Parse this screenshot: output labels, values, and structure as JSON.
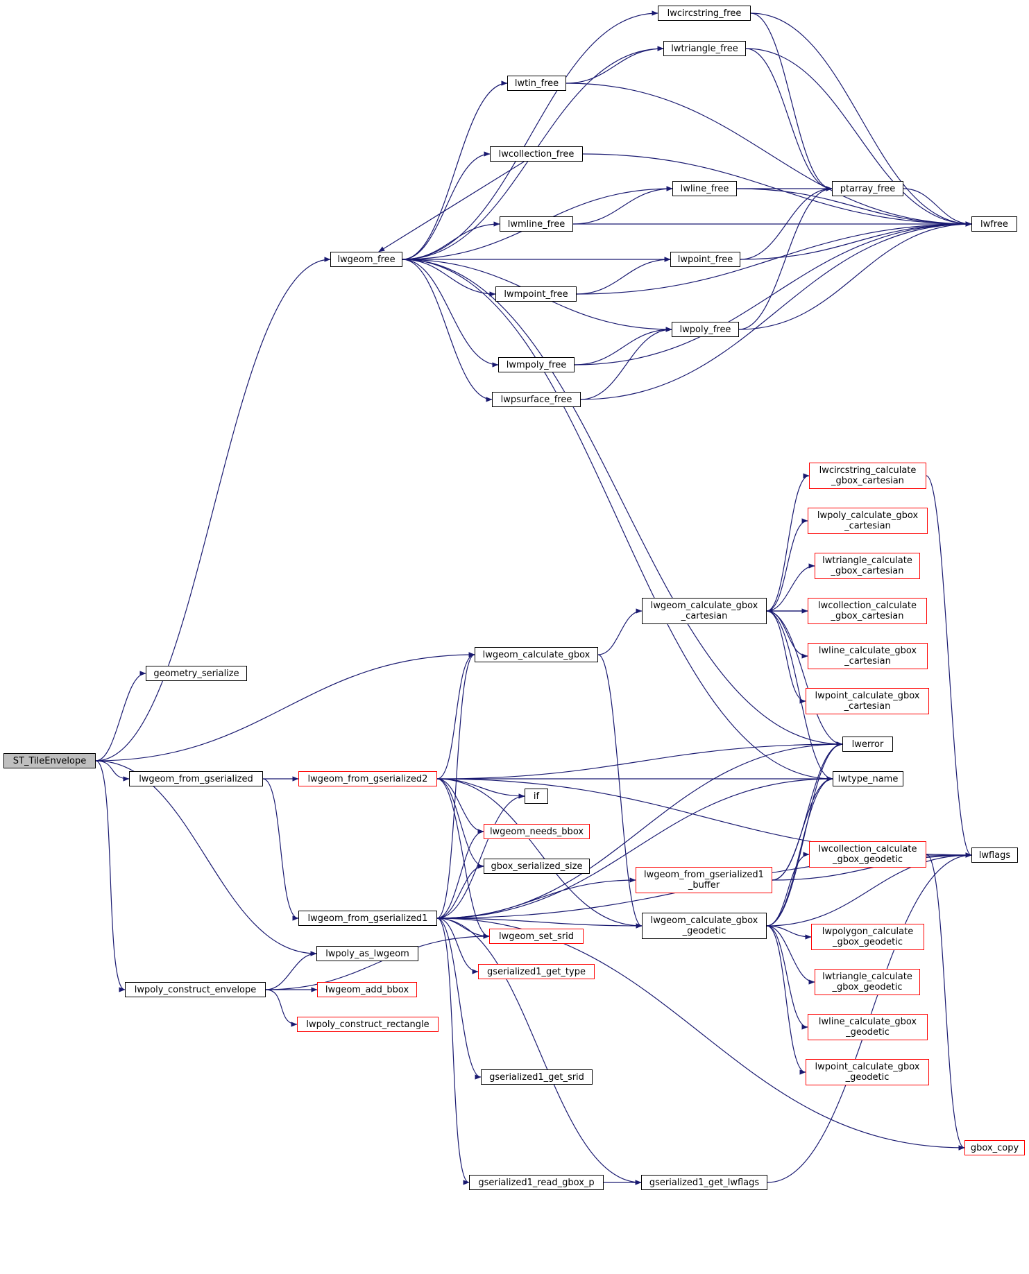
{
  "colors": {
    "edge": "#191970",
    "border": "#000000",
    "border_incomplete": "#ff0000",
    "root_fill": "#bfbfbf"
  },
  "nodes": {
    "st_tileenvelope": "ST_TileEnvelope",
    "geometry_serialize": "geometry_serialize",
    "lwgeom_free": "lwgeom_free",
    "lwgeom_from_gserialized": "lwgeom_from_gserialized",
    "lwpoly_as_lwgeom": "lwpoly_as_lwgeom",
    "lwpoly_construct_envelope": "lwpoly_construct_envelope",
    "lwgeom_from_gserialized2": "lwgeom_from_gserialized2",
    "lwgeom_from_gserialized1": "lwgeom_from_gserialized1",
    "lwgeom_calculate_gbox": "lwgeom_calculate_gbox",
    "lwgeom_add_bbox": "lwgeom_add_bbox",
    "lwpoly_construct_rectangle": "lwpoly_construct_rectangle",
    "lwcircstring_free": "lwcircstring_free",
    "lwtriangle_free": "lwtriangle_free",
    "lwtin_free": "lwtin_free",
    "lwcollection_free": "lwcollection_free",
    "lwline_free": "lwline_free",
    "lwmline_free": "lwmline_free",
    "lwpoint_free": "lwpoint_free",
    "lwmpoint_free": "lwmpoint_free",
    "lwpoly_free": "lwpoly_free",
    "lwmpoly_free": "lwmpoly_free",
    "lwpsurface_free": "lwpsurface_free",
    "ptarray_free": "ptarray_free",
    "lwfree": "lwfree",
    "lwerror": "lwerror",
    "lwtype_name": "lwtype_name",
    "lwflags": "lwflags",
    "gbox_copy": "gbox_copy",
    "if": "if",
    "lwgeom_needs_bbox": "lwgeom_needs_bbox",
    "gbox_serialized_size": "gbox_serialized_size",
    "lwgeom_set_srid": "lwgeom_set_srid",
    "gserialized1_get_type": "gserialized1_get_type",
    "gserialized1_get_srid": "gserialized1_get_srid",
    "gserialized1_read_gbox_p": "gserialized1_read_gbox_p",
    "gserialized1_get_lwflags": "gserialized1_get_lwflags",
    "lwgeom_calculate_gbox_cartesian": "lwgeom_calculate_gbox\n_cartesian",
    "lwgeom_from_gserialized1_buffer": "lwgeom_from_gserialized1\n_buffer",
    "lwgeom_calculate_gbox_geodetic": "lwgeom_calculate_gbox\n_geodetic",
    "lwcircstring_calculate_gbox_cartesian": "lwcircstring_calculate\n_gbox_cartesian",
    "lwpoly_calculate_gbox_cartesian": "lwpoly_calculate_gbox\n_cartesian",
    "lwtriangle_calculate_gbox_cartesian": "lwtriangle_calculate\n_gbox_cartesian",
    "lwcollection_calculate_gbox_cartesian": "lwcollection_calculate\n_gbox_cartesian",
    "lwline_calculate_gbox_cartesian": "lwline_calculate_gbox\n_cartesian",
    "lwpoint_calculate_gbox_cartesian": "lwpoint_calculate_gbox\n_cartesian",
    "lwcollection_calculate_gbox_geodetic": "lwcollection_calculate\n_gbox_geodetic",
    "lwpolygon_calculate_gbox_geodetic": "lwpolygon_calculate\n_gbox_geodetic",
    "lwtriangle_calculate_gbox_geodetic": "lwtriangle_calculate\n_gbox_geodetic",
    "lwline_calculate_gbox_geodetic": "lwline_calculate_gbox\n_geodetic",
    "lwpoint_calculate_gbox_geodetic": "lwpoint_calculate_gbox\n_geodetic"
  },
  "edges": [
    [
      "st_tileenvelope",
      "geometry_serialize"
    ],
    [
      "st_tileenvelope",
      "lwgeom_free"
    ],
    [
      "st_tileenvelope",
      "lwgeom_calculate_gbox"
    ],
    [
      "st_tileenvelope",
      "lwgeom_from_gserialized"
    ],
    [
      "st_tileenvelope",
      "lwpoly_as_lwgeom"
    ],
    [
      "st_tileenvelope",
      "lwpoly_construct_envelope"
    ],
    [
      "lwgeom_from_gserialized",
      "lwgeom_from_gserialized2"
    ],
    [
      "lwgeom_from_gserialized",
      "lwgeom_from_gserialized1"
    ],
    [
      "lwpoly_construct_envelope",
      "lwpoly_as_lwgeom"
    ],
    [
      "lwpoly_construct_envelope",
      "lwgeom_add_bbox"
    ],
    [
      "lwpoly_construct_envelope",
      "lwpoly_construct_rectangle"
    ],
    [
      "lwpoly_construct_envelope",
      "lwgeom_set_srid"
    ],
    [
      "lwgeom_free",
      "lwcircstring_free"
    ],
    [
      "lwgeom_free",
      "lwtriangle_free"
    ],
    [
      "lwgeom_free",
      "lwtin_free"
    ],
    [
      "lwgeom_free",
      "lwcollection_free"
    ],
    [
      "lwgeom_free",
      "lwline_free"
    ],
    [
      "lwgeom_free",
      "lwmline_free"
    ],
    [
      "lwgeom_free",
      "lwpoint_free"
    ],
    [
      "lwgeom_free",
      "lwmpoint_free"
    ],
    [
      "lwgeom_free",
      "lwpoly_free"
    ],
    [
      "lwgeom_free",
      "lwmpoly_free"
    ],
    [
      "lwgeom_free",
      "lwpsurface_free"
    ],
    [
      "lwgeom_free",
      "lwerror"
    ],
    [
      "lwgeom_free",
      "lwtype_name"
    ],
    [
      "lwcircstring_free",
      "ptarray_free"
    ],
    [
      "lwcircstring_free",
      "lwfree"
    ],
    [
      "lwtriangle_free",
      "ptarray_free"
    ],
    [
      "lwtriangle_free",
      "lwfree"
    ],
    [
      "lwtin_free",
      "lwtriangle_free"
    ],
    [
      "lwtin_free",
      "lwfree"
    ],
    [
      "lwcollection_free",
      "lwgeom_free"
    ],
    [
      "lwcollection_free",
      "lwfree"
    ],
    [
      "lwline_free",
      "ptarray_free"
    ],
    [
      "lwline_free",
      "lwfree"
    ],
    [
      "lwmline_free",
      "lwline_free"
    ],
    [
      "lwmline_free",
      "lwfree"
    ],
    [
      "lwpoint_free",
      "ptarray_free"
    ],
    [
      "lwpoint_free",
      "lwfree"
    ],
    [
      "lwmpoint_free",
      "lwpoint_free"
    ],
    [
      "lwmpoint_free",
      "lwfree"
    ],
    [
      "lwpoly_free",
      "ptarray_free"
    ],
    [
      "lwpoly_free",
      "lwfree"
    ],
    [
      "lwmpoly_free",
      "lwpoly_free"
    ],
    [
      "lwmpoly_free",
      "lwfree"
    ],
    [
      "lwpsurface_free",
      "lwpoly_free"
    ],
    [
      "lwpsurface_free",
      "lwfree"
    ],
    [
      "ptarray_free",
      "lwfree"
    ],
    [
      "lwgeom_calculate_gbox",
      "lwgeom_calculate_gbox_cartesian"
    ],
    [
      "lwgeom_calculate_gbox",
      "lwgeom_calculate_gbox_geodetic"
    ],
    [
      "lwgeom_calculate_gbox_cartesian",
      "lwcircstring_calculate_gbox_cartesian"
    ],
    [
      "lwgeom_calculate_gbox_cartesian",
      "lwpoly_calculate_gbox_cartesian"
    ],
    [
      "lwgeom_calculate_gbox_cartesian",
      "lwtriangle_calculate_gbox_cartesian"
    ],
    [
      "lwgeom_calculate_gbox_cartesian",
      "lwcollection_calculate_gbox_cartesian"
    ],
    [
      "lwcollection_calculate_gbox_cartesian",
      "lwgeom_calculate_gbox_cartesian"
    ],
    [
      "lwgeom_calculate_gbox_cartesian",
      "lwline_calculate_gbox_cartesian"
    ],
    [
      "lwgeom_calculate_gbox_cartesian",
      "lwpoint_calculate_gbox_cartesian"
    ],
    [
      "lwgeom_calculate_gbox_cartesian",
      "lwerror"
    ],
    [
      "lwgeom_calculate_gbox_cartesian",
      "lwtype_name"
    ],
    [
      "lwcircstring_calculate_gbox_cartesian",
      "lwflags"
    ],
    [
      "lwgeom_calculate_gbox_geodetic",
      "lwcollection_calculate_gbox_geodetic"
    ],
    [
      "lwgeom_calculate_gbox_geodetic",
      "lwpolygon_calculate_gbox_geodetic"
    ],
    [
      "lwgeom_calculate_gbox_geodetic",
      "lwtriangle_calculate_gbox_geodetic"
    ],
    [
      "lwgeom_calculate_gbox_geodetic",
      "lwline_calculate_gbox_geodetic"
    ],
    [
      "lwgeom_calculate_gbox_geodetic",
      "lwpoint_calculate_gbox_geodetic"
    ],
    [
      "lwgeom_calculate_gbox_geodetic",
      "lwerror"
    ],
    [
      "lwgeom_calculate_gbox_geodetic",
      "lwtype_name"
    ],
    [
      "lwgeom_calculate_gbox_geodetic",
      "lwflags"
    ],
    [
      "lwcollection_calculate_gbox_geodetic",
      "lwflags"
    ],
    [
      "lwcollection_calculate_gbox_geodetic",
      "gbox_copy"
    ],
    [
      "lwgeom_from_gserialized2",
      "lwflags"
    ],
    [
      "lwgeom_from_gserialized2",
      "lwgeom_calculate_gbox"
    ],
    [
      "lwgeom_from_gserialized2",
      "lwerror"
    ],
    [
      "lwgeom_from_gserialized2",
      "lwtype_name"
    ],
    [
      "lwgeom_from_gserialized2",
      "if"
    ],
    [
      "lwgeom_from_gserialized2",
      "lwgeom_needs_bbox"
    ],
    [
      "lwgeom_from_gserialized2",
      "gbox_serialized_size"
    ],
    [
      "lwgeom_from_gserialized2",
      "lwgeom_set_srid"
    ],
    [
      "lwgeom_from_gserialized2",
      "lwgeom_calculate_gbox_geodetic"
    ],
    [
      "lwgeom_from_gserialized1",
      "lwgeom_calculate_gbox"
    ],
    [
      "lwgeom_from_gserialized1",
      "if"
    ],
    [
      "lwgeom_from_gserialized1",
      "lwgeom_needs_bbox"
    ],
    [
      "lwgeom_from_gserialized1",
      "gbox_serialized_size"
    ],
    [
      "lwgeom_from_gserialized1",
      "lwerror"
    ],
    [
      "lwgeom_from_gserialized1",
      "lwgeom_set_srid"
    ],
    [
      "lwgeom_from_gserialized1",
      "gserialized1_get_type"
    ],
    [
      "lwgeom_from_gserialized1",
      "lwgeom_from_gserialized1_buffer"
    ],
    [
      "lwgeom_from_gserialized1",
      "lwtype_name"
    ],
    [
      "lwgeom_from_gserialized1",
      "gserialized1_get_srid"
    ],
    [
      "lwgeom_from_gserialized1",
      "lwflags"
    ],
    [
      "lwgeom_from_gserialized1",
      "gserialized1_get_lwflags"
    ],
    [
      "lwgeom_from_gserialized1",
      "gserialized1_read_gbox_p"
    ],
    [
      "lwgeom_from_gserialized1",
      "gbox_copy"
    ],
    [
      "lwgeom_from_gserialized1",
      "lwgeom_calculate_gbox_geodetic"
    ],
    [
      "lwgeom_from_gserialized1_buffer",
      "lwerror"
    ],
    [
      "lwgeom_from_gserialized1_buffer",
      "lwtype_name"
    ],
    [
      "lwgeom_from_gserialized1_buffer",
      "lwflags"
    ],
    [
      "gserialized1_read_gbox_p",
      "gserialized1_get_lwflags"
    ],
    [
      "gserialized1_get_lwflags",
      "lwflags"
    ]
  ]
}
